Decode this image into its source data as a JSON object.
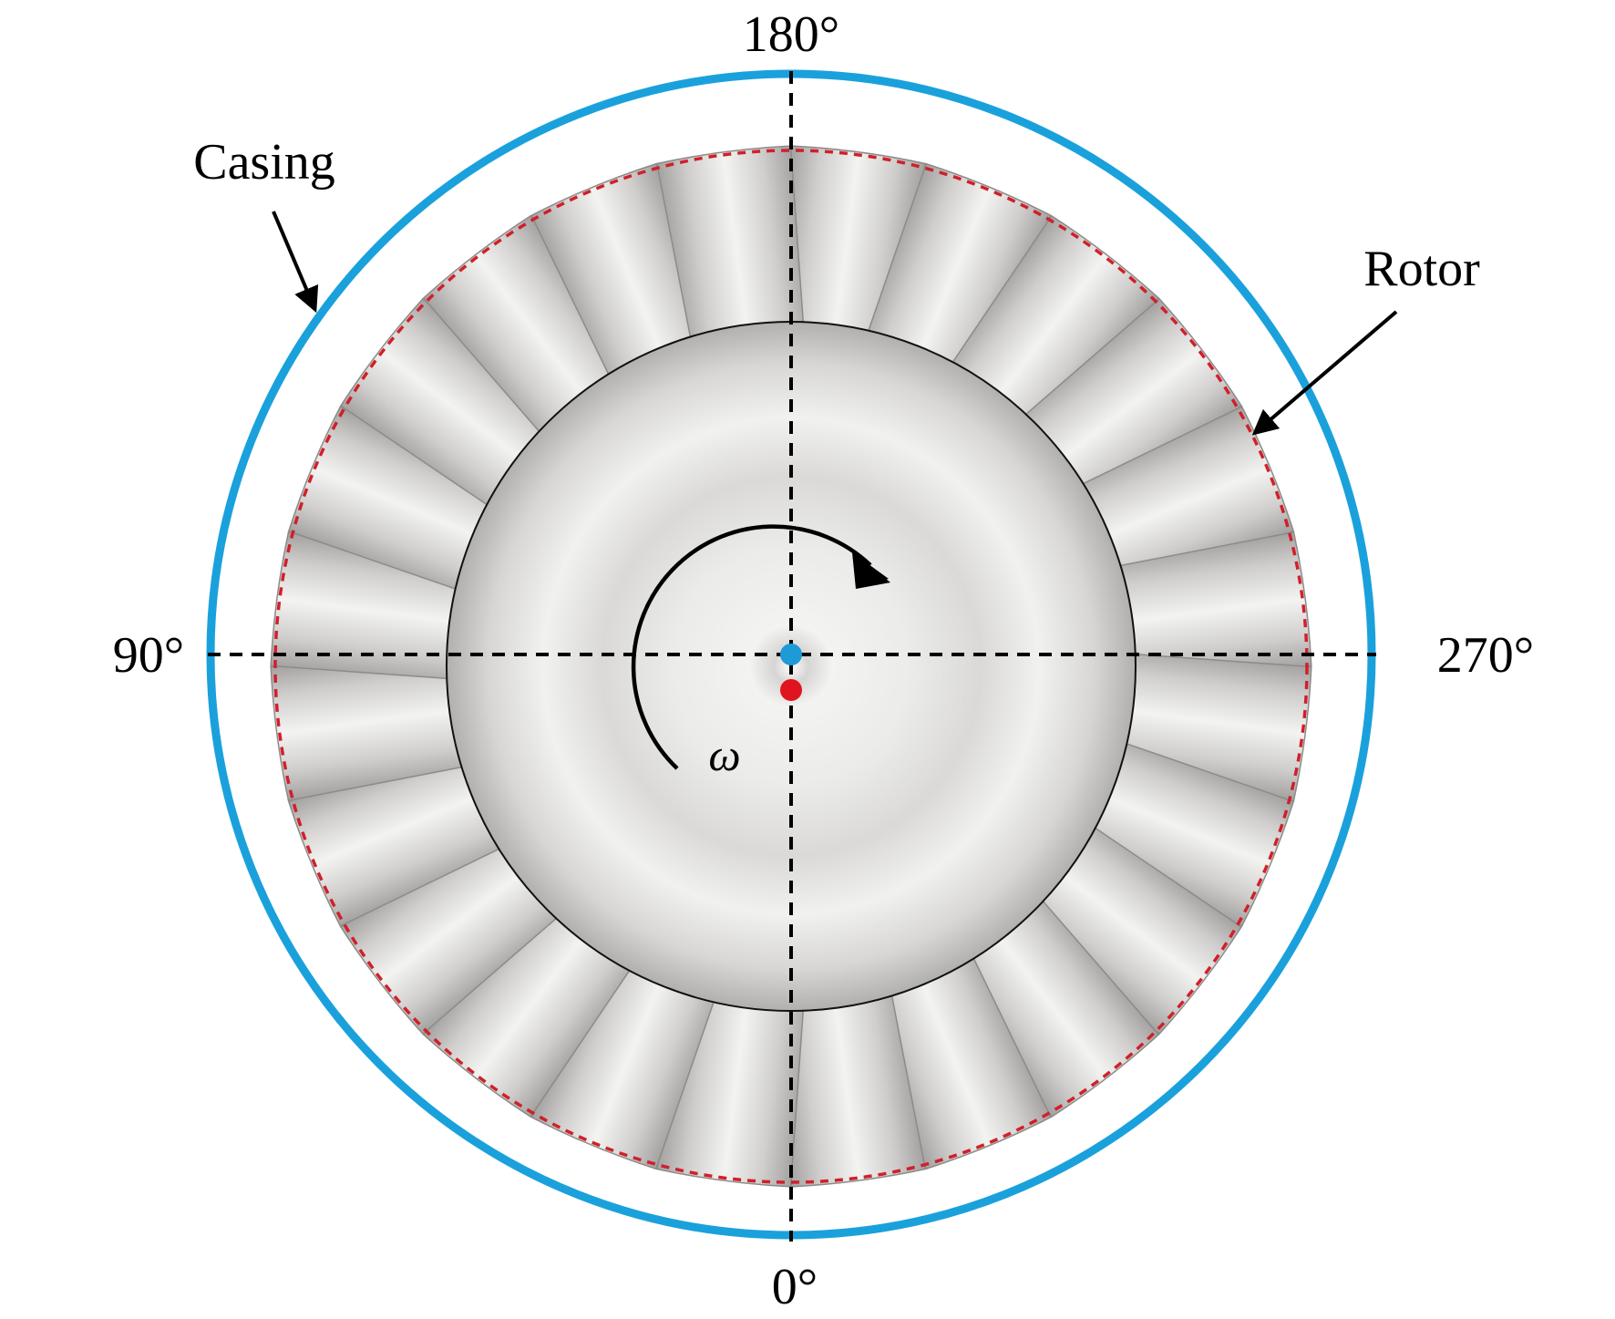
{
  "labels": {
    "top_angle": "180°",
    "bottom_angle": "0°",
    "left_angle": "90°",
    "right_angle": "270°",
    "casing": "Casing",
    "rotor": "Rotor",
    "omega": "ω"
  },
  "colors": {
    "casing": "#1aa1dc",
    "rotor_envelope": "#d0202a",
    "casing_center_dot": "#1e9ad6",
    "rotor_center_dot": "#e0141e",
    "blade_dark": "#9e9d9b",
    "blade_light": "#f1f1ef",
    "disk_base": "#e2e1df",
    "axis_line": "#000000"
  },
  "blades": {
    "count": 24
  },
  "icons": {
    "rotation_arrow": "rotation-arrow-icon",
    "casing_arrow": "arrow-icon",
    "rotor_arrow": "arrow-icon"
  }
}
